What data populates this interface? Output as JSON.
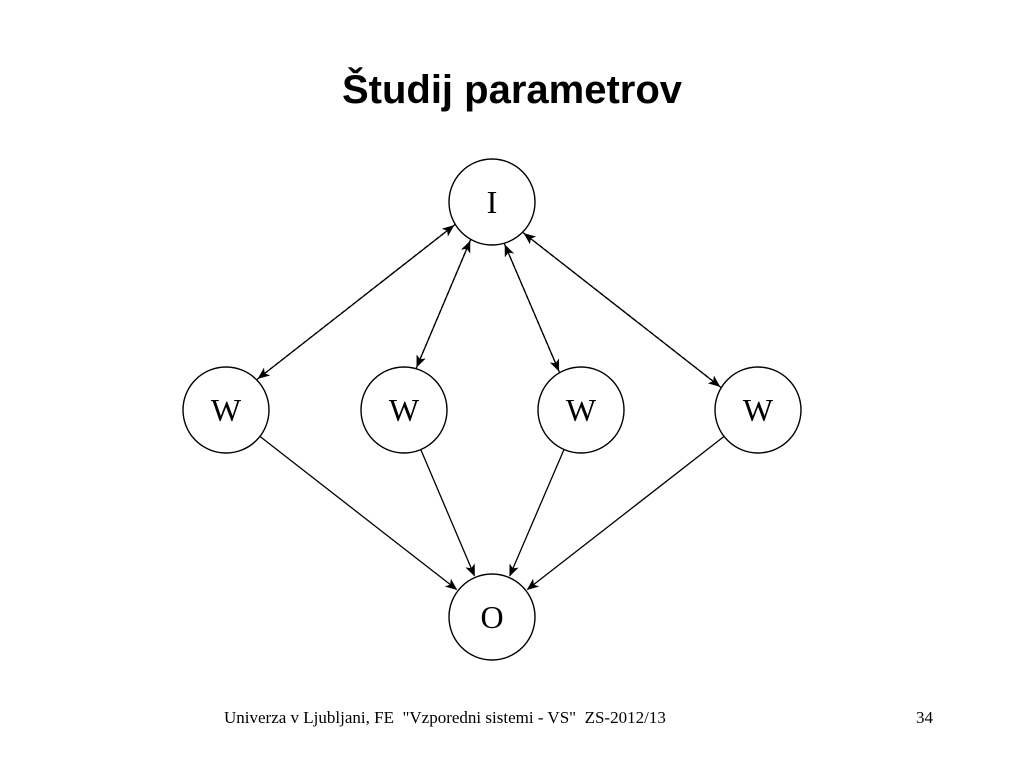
{
  "slide": {
    "title": "Študij parametrov"
  },
  "diagram": {
    "nodes": [
      {
        "id": "input",
        "label": "I"
      },
      {
        "id": "worker1",
        "label": "W"
      },
      {
        "id": "worker2",
        "label": "W"
      },
      {
        "id": "worker3",
        "label": "W"
      },
      {
        "id": "worker4",
        "label": "W"
      },
      {
        "id": "output",
        "label": "O"
      }
    ],
    "edges": [
      {
        "from": "input",
        "to": "worker1",
        "style": "dashed"
      },
      {
        "from": "input",
        "to": "worker2",
        "style": "dashed"
      },
      {
        "from": "input",
        "to": "worker3",
        "style": "dashed"
      },
      {
        "from": "input",
        "to": "worker4",
        "style": "dashed"
      },
      {
        "from": "worker1",
        "to": "input",
        "style": "solid"
      },
      {
        "from": "worker2",
        "to": "input",
        "style": "solid"
      },
      {
        "from": "worker3",
        "to": "input",
        "style": "solid"
      },
      {
        "from": "worker4",
        "to": "input",
        "style": "solid"
      },
      {
        "from": "worker1",
        "to": "output",
        "style": "solid"
      },
      {
        "from": "worker2",
        "to": "output",
        "style": "solid"
      },
      {
        "from": "worker3",
        "to": "output",
        "style": "solid"
      },
      {
        "from": "worker4",
        "to": "output",
        "style": "solid"
      }
    ]
  },
  "footer": {
    "text": "Univerza v Ljubljani, FE  \"Vzporedni sistemi - VS\"  ZS-2012/13",
    "page_number": "34"
  }
}
